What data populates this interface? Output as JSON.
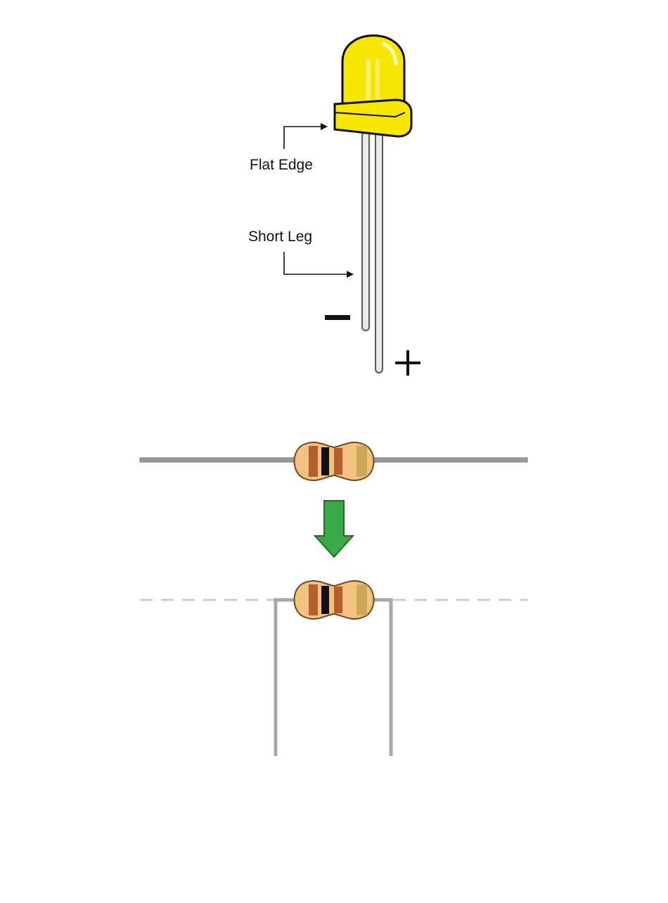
{
  "led": {
    "labels": {
      "flat_edge": "Flat Edge",
      "short_leg": "Short Leg"
    },
    "polarity": {
      "negative": "minus-sign",
      "positive": "plus-sign"
    }
  },
  "colors": {
    "led_body": "#f7e600",
    "led_body_shadow": "#e0cc00",
    "led_outline": "#111111",
    "leg_fill": "#e9e9e9",
    "leg_outline": "#5a5a5a",
    "resistor_body": "#f2c27e",
    "resistor_band_brown": "#b55e2b",
    "resistor_band_black": "#111111",
    "resistor_band_gold": "#cfa75a",
    "lead_wire": "#9a9a9a",
    "arrow_green": "#3aaa47",
    "dashed_line": "#cccccc"
  }
}
